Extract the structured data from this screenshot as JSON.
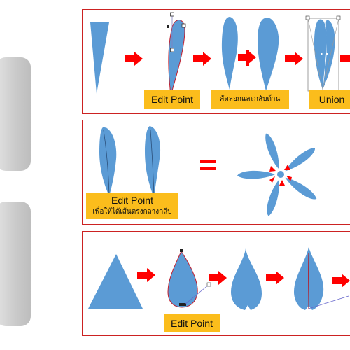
{
  "panel_top": {
    "edit_point_label": "Edit Point",
    "copy_flip_label": "คัดลอกและกลับด้าน",
    "union_label": "Union"
  },
  "panel_middle": {
    "edit_point_label": "Edit Point",
    "edit_point_caption": "เพื่อให้ได้เส้นตรงกลางกลีบ",
    "equals_sign": "="
  },
  "panel_bottom": {
    "edit_point_label": "Edit Point"
  },
  "colors": {
    "shape_fill": "#5b9bd5",
    "arrow_red": "#ff0000",
    "panel_border": "#cc2222",
    "label_bg": "#fbbd1c"
  }
}
